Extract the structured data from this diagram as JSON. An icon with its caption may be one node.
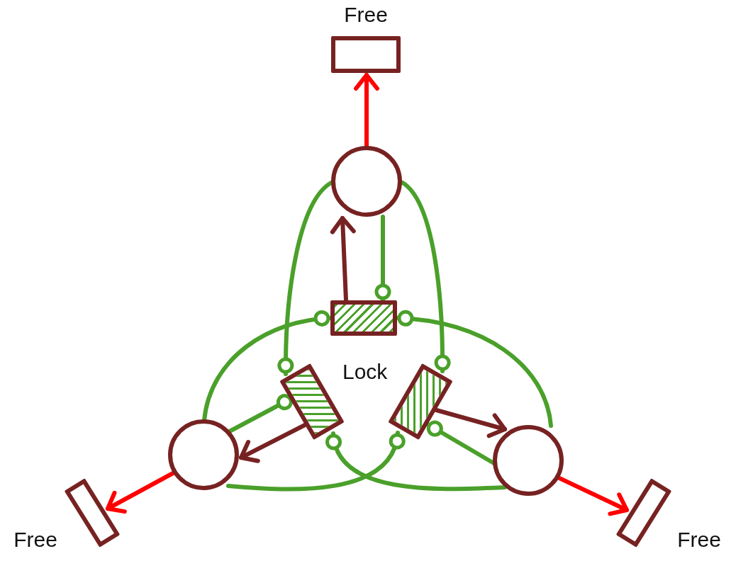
{
  "diagram": {
    "nodes": [
      {
        "text": [
          "Free"
        ]
      },
      {
        "text": [
          "Free"
        ]
      },
      {
        "text": [
          "Free"
        ]
      },
      {
        "text": [],
        "shape": "circle"
      },
      {
        "text": [],
        "shape": "circle"
      },
      {
        "text": [],
        "shape": "circle"
      },
      {
        "text": [],
        "shape": "box"
      },
      {
        "text": [],
        "shape": "box"
      },
      {
        "text": [],
        "shape": "box"
      }
    ],
    "edges": [
      {
        "from": 3,
        "to": 0,
        "arrow": "to",
        "color": "#ff0000"
      },
      {
        "from": 4,
        "to": 1,
        "arrow": "to",
        "color": "#ff0000"
      },
      {
        "from": 5,
        "to": 2,
        "arrow": "to",
        "color": "#ff0000"
      },
      {
        "from": 6,
        "to": 3,
        "arrow": "to",
        "color": "#772222"
      },
      {
        "from": 7,
        "to": 4,
        "arrow": "to",
        "color": "#772222"
      },
      {
        "from": 8,
        "to": 5,
        "arrow": "to",
        "color": "#772222"
      },
      {
        "from": 3,
        "to": 6,
        "arrow": "other"
      },
      {
        "from": 3,
        "to": 7,
        "arrow": "other"
      },
      {
        "from": 3,
        "to": 8,
        "arrow": "other"
      },
      {
        "from": 4,
        "to": 6,
        "arrow": "other"
      },
      {
        "from": 4,
        "to": 7,
        "arrow": "other"
      },
      {
        "from": 4,
        "to": 8,
        "arrow": "other"
      },
      {
        "from": 5,
        "to": 6,
        "arrow": "other"
      },
      {
        "from": 5,
        "to": 8,
        "arrow": "other"
      },
      {
        "from": 5,
        "to": 7,
        "arrow": "other"
      }
    ],
    "labels": [
      "Lock"
    ]
  }
}
